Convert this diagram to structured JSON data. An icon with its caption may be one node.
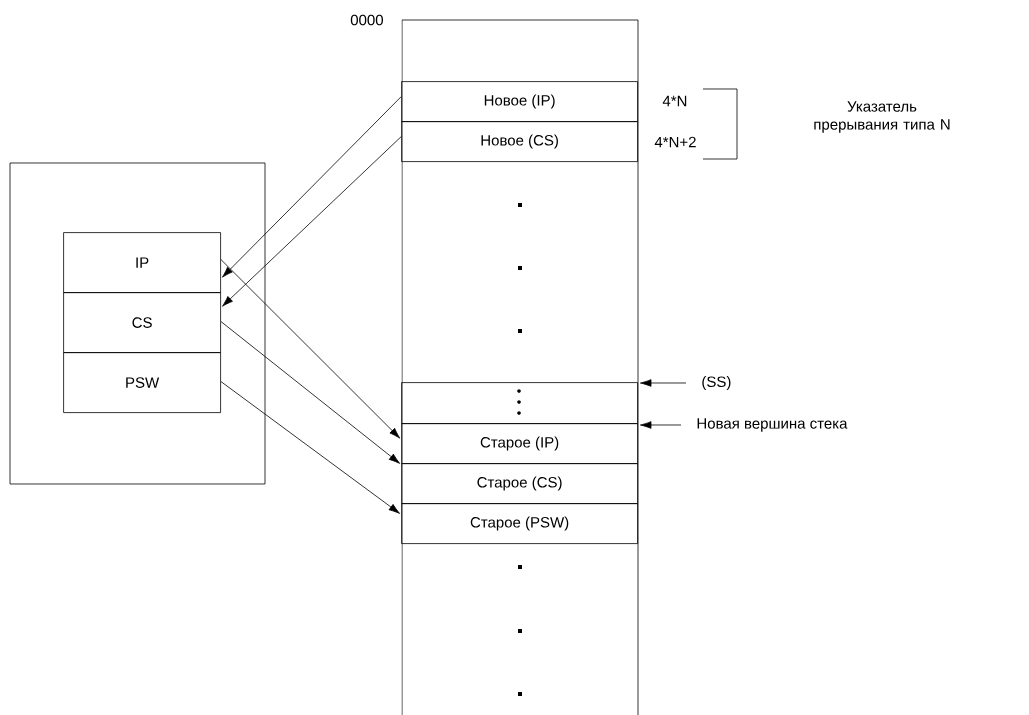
{
  "diagram": {
    "nodes": [
      {
        "text": [],
        "shape": "box",
        "beside": [
          "0000"
        ]
      },
      {
        "text": [
          "Новое (IP)"
        ],
        "in": 0,
        "beside": [
          "4*N"
        ]
      },
      {
        "text": [
          "Новое (CS)"
        ],
        "in": 0,
        "beside": [
          "4*N+2"
        ]
      },
      {
        "text": [],
        "shape": "box",
        "in": 0
      },
      {
        "text": [
          "Старое (IP)"
        ],
        "in": 0
      },
      {
        "text": [
          "Старое (CS)"
        ],
        "in": 0
      },
      {
        "text": [
          "Старое (PSW)"
        ],
        "in": 0
      },
      {
        "text": [],
        "shape": "box"
      },
      {
        "text": [
          "IP"
        ],
        "in": 7
      },
      {
        "text": [
          "CS"
        ],
        "in": 7
      },
      {
        "text": [
          "PSW"
        ],
        "in": 7
      },
      {
        "text": [
          "(SS)"
        ]
      },
      {
        "text": [
          "Новая вершина стека"
        ]
      }
    ],
    "edges": [
      {
        "from": 1,
        "to": 8,
        "arrow": "to"
      },
      {
        "from": 2,
        "to": 9,
        "arrow": "to"
      },
      {
        "from": 8,
        "to": 4,
        "arrow": "to"
      },
      {
        "from": 9,
        "to": 5,
        "arrow": "to"
      },
      {
        "from": 10,
        "to": 6,
        "arrow": "to"
      },
      {
        "from": 11,
        "to": 0,
        "arrow": "to"
      },
      {
        "from": 12,
        "to": 0,
        "arrow": "to"
      }
    ],
    "labels": [
      "Указатель прерывания типа N"
    ]
  }
}
